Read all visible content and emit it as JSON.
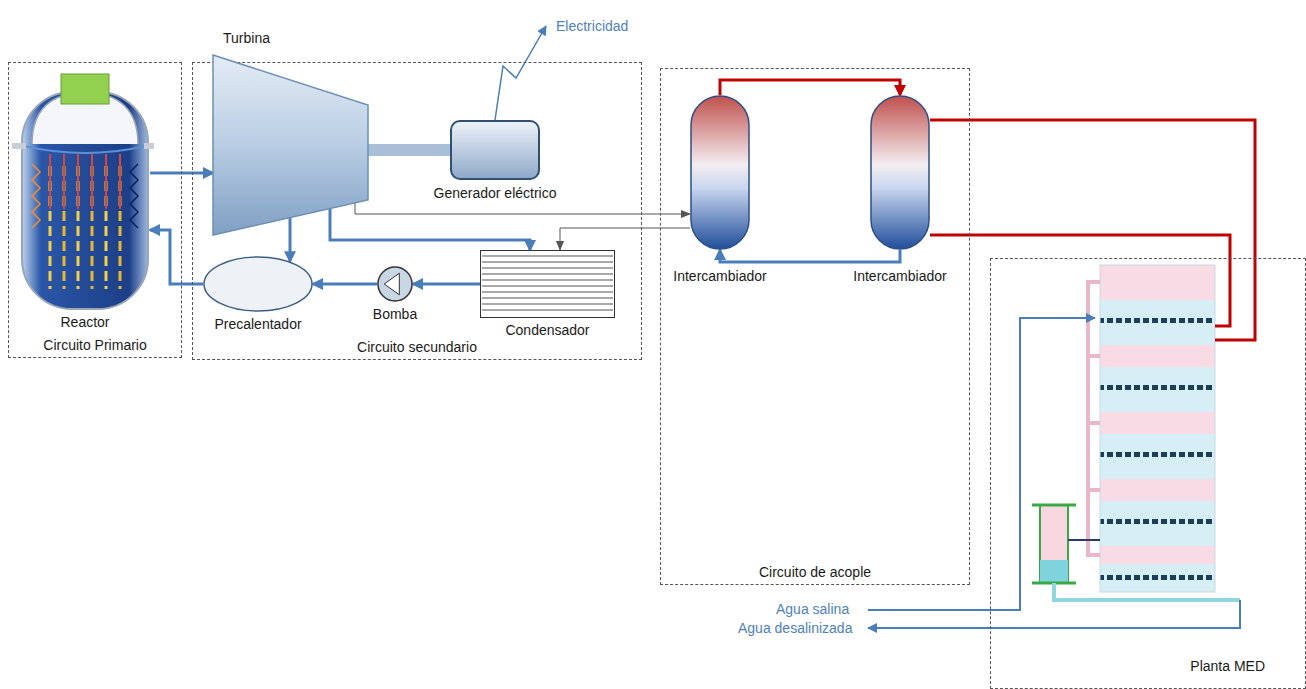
{
  "diagram": {
    "nodes": [
      {
        "text": [
          "Circuito Primario"
        ]
      },
      {
        "text": [
          "Reactor"
        ],
        "in": 0
      },
      {
        "text": [
          "Circuito secundario"
        ]
      },
      {
        "text": [
          "Turbina"
        ],
        "in": 2
      },
      {
        "text": [
          "Generador eléctrico"
        ],
        "in": 2
      },
      {
        "text": [
          "Precalentador"
        ],
        "in": 2
      },
      {
        "text": [
          "Bomba"
        ],
        "in": 2
      },
      {
        "text": [
          "Condensador"
        ],
        "in": 2
      },
      {
        "text": [
          "Circuito de acople"
        ]
      },
      {
        "text": [
          "Intercambiador"
        ],
        "in": 8
      },
      {
        "text": [
          "Intercambiador"
        ],
        "in": 8
      },
      {
        "text": [
          "Planta MED"
        ]
      }
    ],
    "edges": [
      {
        "from": 1,
        "to": 3,
        "arrow": "to"
      },
      {
        "from": 3,
        "to": 4,
        "arrow": "none"
      },
      {
        "from": 3,
        "to": 5,
        "arrow": "to"
      },
      {
        "from": 3,
        "to": 7,
        "arrow": "to"
      },
      {
        "from": 3,
        "to": 9,
        "arrow": "to"
      },
      {
        "from": 9,
        "to": 7,
        "arrow": "to"
      },
      {
        "from": 7,
        "to": 6,
        "arrow": "to"
      },
      {
        "from": 6,
        "to": 5,
        "arrow": "to"
      },
      {
        "from": 5,
        "to": 1,
        "arrow": "to"
      },
      {
        "from": 9,
        "to": 10,
        "arrow": "to"
      },
      {
        "from": 10,
        "to": 9,
        "arrow": "to"
      },
      {
        "from": 10,
        "to": 11,
        "arrow": "none"
      },
      {
        "from": 10,
        "to": 11,
        "arrow": "none"
      }
    ],
    "labels": [
      "Electricidad",
      "Agua salina",
      "Agua desalinizada"
    ]
  }
}
